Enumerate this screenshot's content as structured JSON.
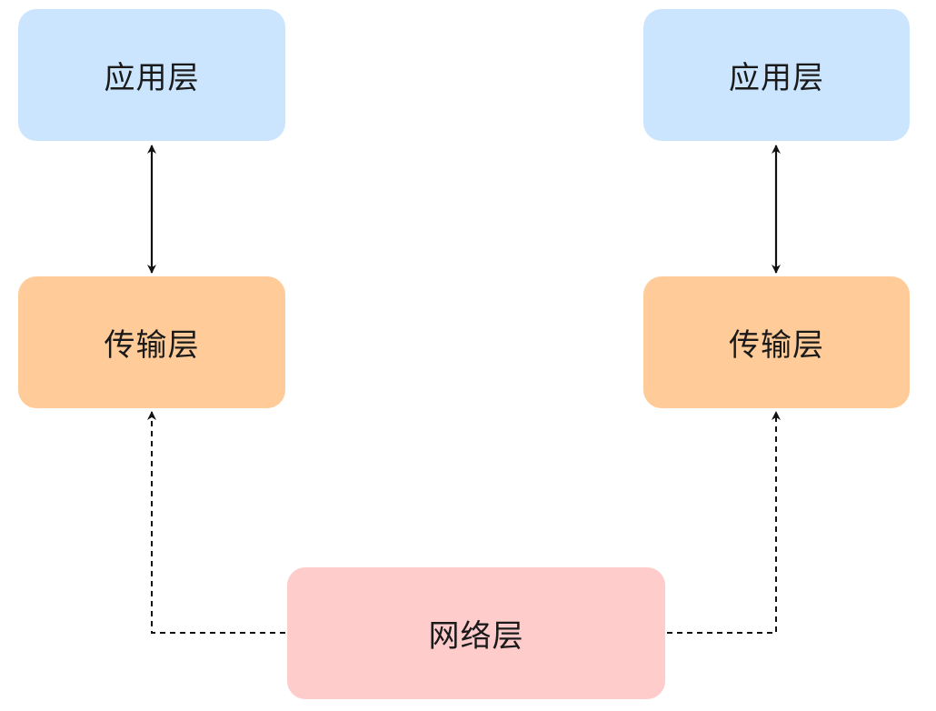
{
  "colors": {
    "application": "#cce5ff",
    "transport": "#ffcc99",
    "network": "#ffcccc",
    "line": "#111111"
  },
  "nodes": {
    "app_left": {
      "label": "应用层"
    },
    "app_right": {
      "label": "应用层"
    },
    "transport_left": {
      "label": "传输层"
    },
    "transport_right": {
      "label": "传输层"
    },
    "network": {
      "label": "网络层"
    }
  },
  "edges": [
    {
      "from": "app_left",
      "to": "transport_left",
      "style": "solid",
      "arrows": "both"
    },
    {
      "from": "app_right",
      "to": "transport_right",
      "style": "solid",
      "arrows": "both"
    },
    {
      "from": "network",
      "to": "transport_left",
      "style": "dashed",
      "arrows": "end"
    },
    {
      "from": "network",
      "to": "transport_right",
      "style": "dashed",
      "arrows": "end"
    }
  ]
}
